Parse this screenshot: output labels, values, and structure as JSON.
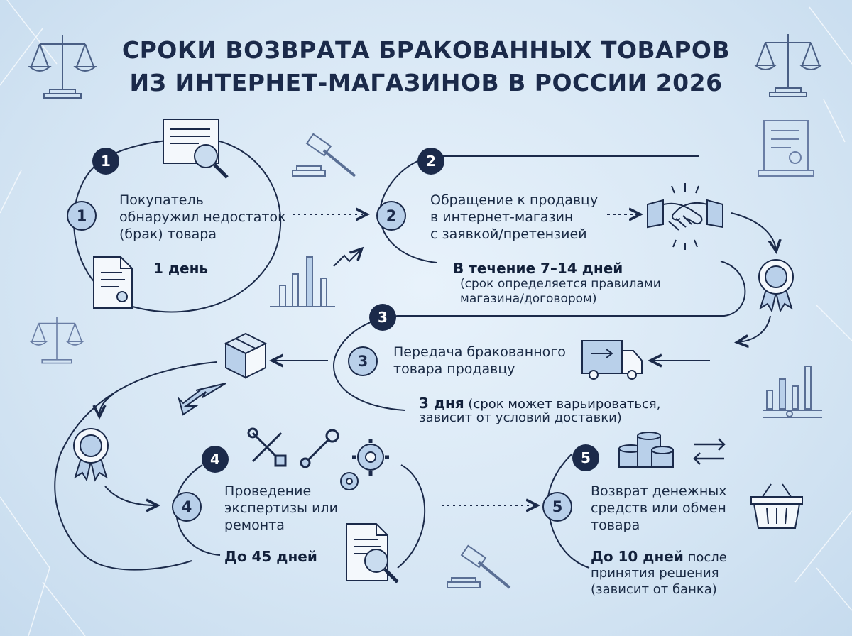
{
  "title": {
    "line1": "СРОКИ ВОЗВРАТА БРАКОВАННЫХ ТОВАРОВ",
    "line2": "ИЗ ИНТЕРНЕТ-МАГАЗИНОВ В РОССИИ 2026"
  },
  "steps": [
    {
      "number": "1",
      "text_lines": [
        "Покупатель",
        "обнаружил недостаток",
        "(брак) товара"
      ],
      "duration_bold": "1 день",
      "duration_rest": "",
      "note_lines": []
    },
    {
      "number": "2",
      "text_lines": [
        "Обращение к продавцу",
        "в интернет-магазин",
        "с заявкой/претензией"
      ],
      "duration_bold": "В течение 7–14 дней",
      "duration_rest": "",
      "note_lines": [
        "(срок определяется правилами",
        "магазина/договором)"
      ]
    },
    {
      "number": "3",
      "text_lines": [
        "Передача бракованного",
        "товара продавцу"
      ],
      "duration_bold": "3 дня",
      "duration_rest": " (срок может варьироваться,",
      "note_lines": [
        "зависит от условий доставки)"
      ]
    },
    {
      "number": "4",
      "text_lines": [
        "Проведение",
        "экспертизы или",
        "ремонта"
      ],
      "duration_bold": "До 45 дней",
      "duration_rest": "",
      "note_lines": []
    },
    {
      "number": "5",
      "text_lines": [
        "Возврат денежных",
        "средств или обмен",
        "товара"
      ],
      "duration_bold": "До 10 дней",
      "duration_rest": " после",
      "note_lines": [
        "принятия решения",
        "(зависит от банка)"
      ]
    }
  ],
  "icons": [
    "scales-icon",
    "scales-icon",
    "scales-icon",
    "scales-icon",
    "document-search-icon",
    "document-icon",
    "gavel-icon",
    "bar-chart-icon",
    "handshake-icon",
    "award-icon",
    "truck-icon",
    "box-icon",
    "award-icon",
    "tools-icon",
    "wrench-icon",
    "gears-icon",
    "document-search-icon",
    "gavel-icon",
    "coins-icon",
    "exchange-icon",
    "basket-icon",
    "certificate-icon"
  ],
  "colors": {
    "navy": "#1b2a4a",
    "accent": "#3b5a8a",
    "light_fill": "#b9d0ea"
  }
}
